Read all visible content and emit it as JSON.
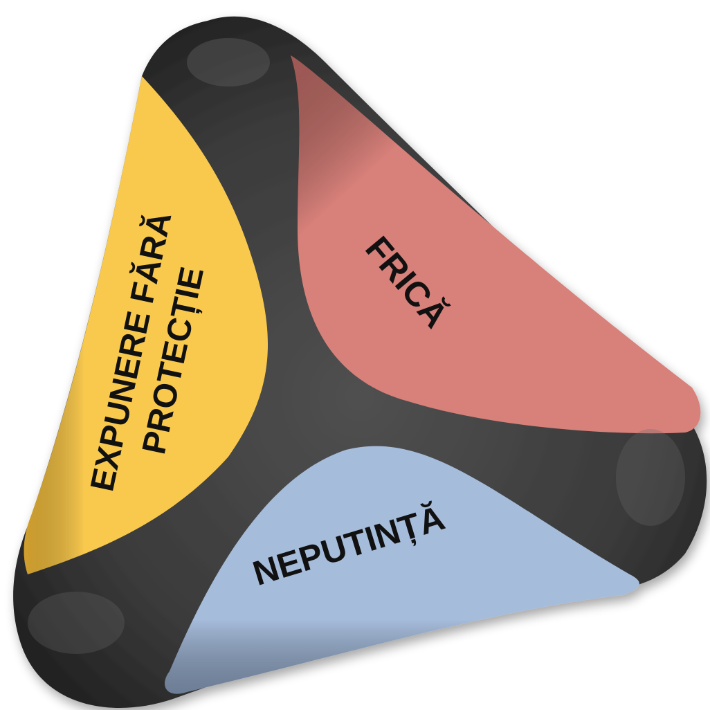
{
  "diagram": {
    "type": "three-segment-triangle",
    "segments": [
      {
        "id": "frica",
        "label": "FRICĂ",
        "color": "#D8807A"
      },
      {
        "id": "neputinta",
        "label": "NEPUTINȚĂ",
        "color": "#A6BCDB"
      },
      {
        "id": "expunere",
        "label_lines": [
          "EXPUNERE FĂRĂ",
          "PROTECȚIE"
        ],
        "color": "#F9C94E"
      }
    ],
    "frame_color": "#3a3a3a"
  }
}
